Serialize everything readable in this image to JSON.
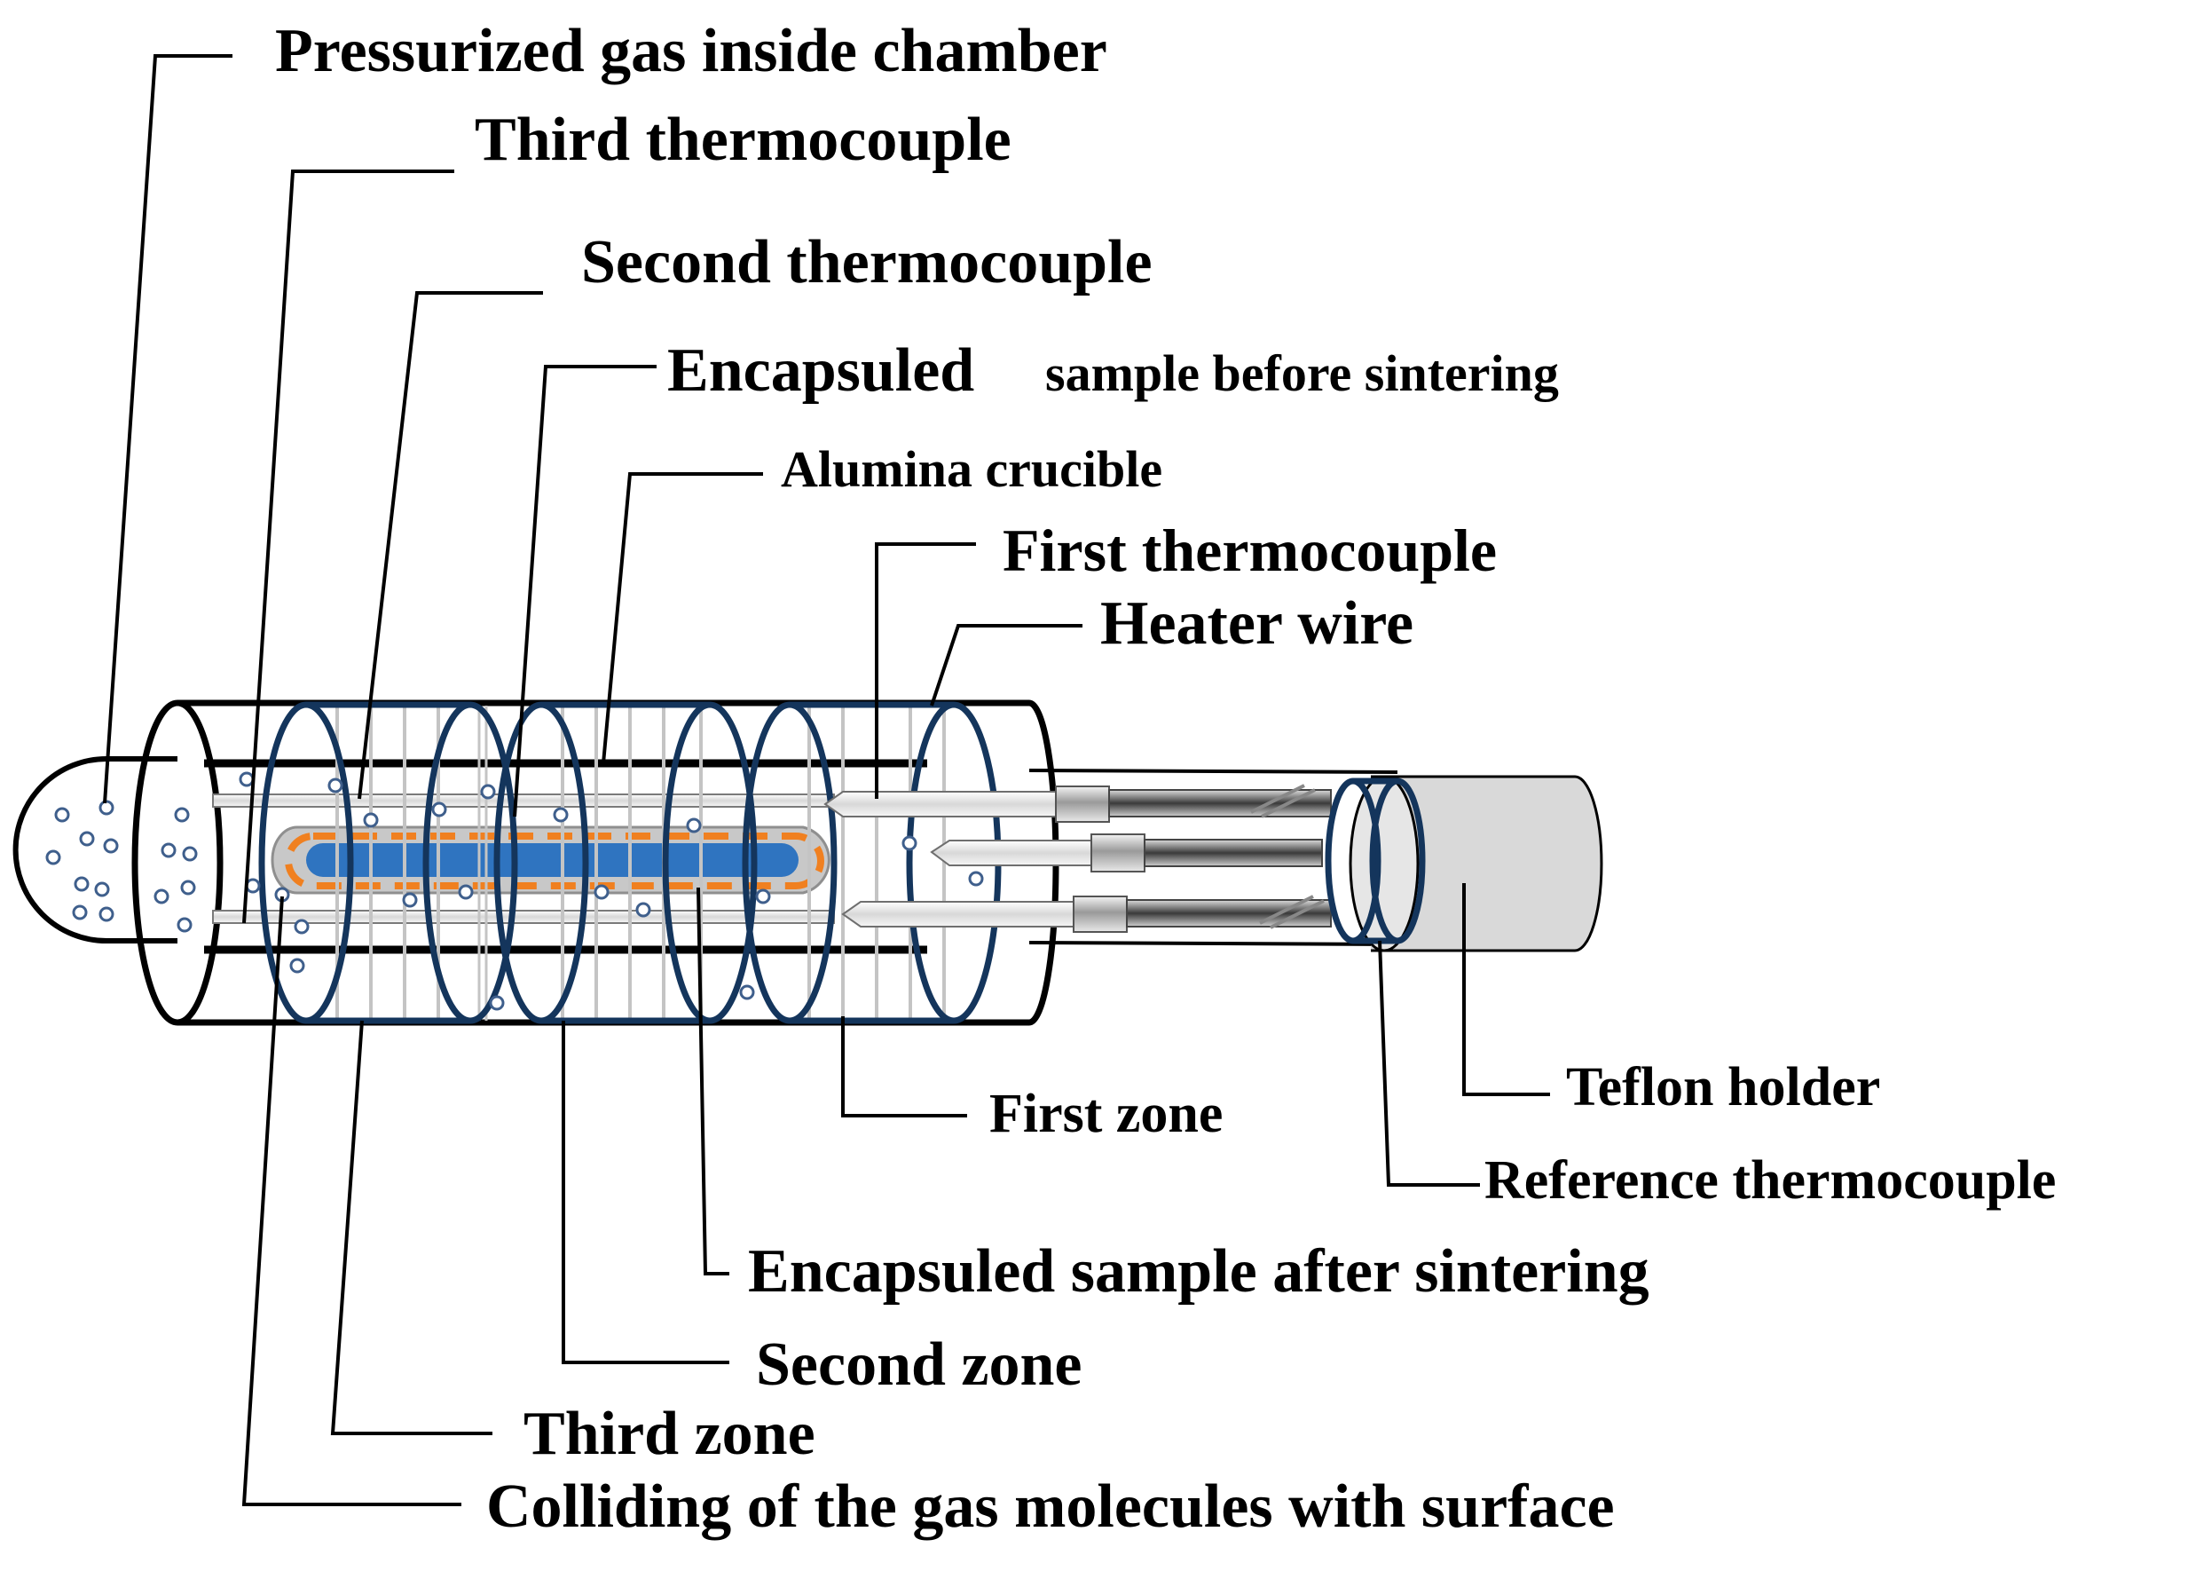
{
  "labels": {
    "pressurized_gas": "Pressurized gas inside chamber",
    "third_thermocouple": "Third thermocouple",
    "second_thermocouple": "Second thermocouple",
    "encapsuled_before_a": "Encapsuled",
    "encapsuled_before_b": "sample before sintering",
    "alumina_crucible": "Alumina crucible",
    "first_thermocouple": "First thermocouple",
    "heater_wire": "Heater wire",
    "teflon_holder": "Teflon holder",
    "reference_thermocouple": "Reference thermocouple",
    "first_zone": "First zone",
    "encapsuled_after": "Encapsuled sample after sintering",
    "second_zone": "Second zone",
    "third_zone": "Third zone",
    "colliding": "Colliding of the gas molecules with surface"
  },
  "colors": {
    "heater_coil": "#14355c",
    "sample_before": "#2f74c0",
    "sample_after_outline": "#f08020",
    "crucible": "#c8c8c8",
    "teflon": "#d9d9d9",
    "outline": "#000000",
    "thermocouple_rod": "#b8b8b8",
    "gas_molecule": "#3f5f8c"
  }
}
